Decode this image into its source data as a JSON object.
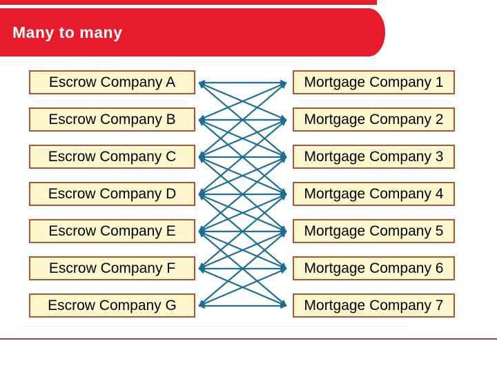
{
  "slide": {
    "title": "Many to many"
  },
  "theme": {
    "accent_red": "#e81b2c",
    "box_fill": "#fff7ce",
    "box_border": "#ad5232",
    "connector_color": "#1a6e93",
    "divider_color": "#90443c"
  },
  "left_column": {
    "items": [
      "Escrow Company A",
      "Escrow Company B",
      "Escrow Company C",
      "Escrow Company D",
      "Escrow Company E",
      "Escrow Company F",
      "Escrow Company G"
    ]
  },
  "right_column": {
    "items": [
      "Mortgage Company 1",
      "Mortgage Company 2",
      "Mortgage Company 3",
      "Mortgage Company 4",
      "Mortgage Company 5",
      "Mortgage Company 6",
      "Mortgage Company 7"
    ]
  },
  "connections": [
    [
      0,
      0
    ],
    [
      0,
      1
    ],
    [
      0,
      2
    ],
    [
      1,
      0
    ],
    [
      1,
      1
    ],
    [
      1,
      2
    ],
    [
      1,
      3
    ],
    [
      2,
      0
    ],
    [
      2,
      1
    ],
    [
      2,
      2
    ],
    [
      2,
      3
    ],
    [
      2,
      4
    ],
    [
      3,
      1
    ],
    [
      3,
      2
    ],
    [
      3,
      3
    ],
    [
      3,
      4
    ],
    [
      3,
      5
    ],
    [
      4,
      2
    ],
    [
      4,
      3
    ],
    [
      4,
      4
    ],
    [
      4,
      5
    ],
    [
      4,
      6
    ],
    [
      5,
      3
    ],
    [
      5,
      4
    ],
    [
      5,
      5
    ],
    [
      5,
      6
    ],
    [
      6,
      4
    ],
    [
      6,
      5
    ],
    [
      6,
      6
    ]
  ]
}
